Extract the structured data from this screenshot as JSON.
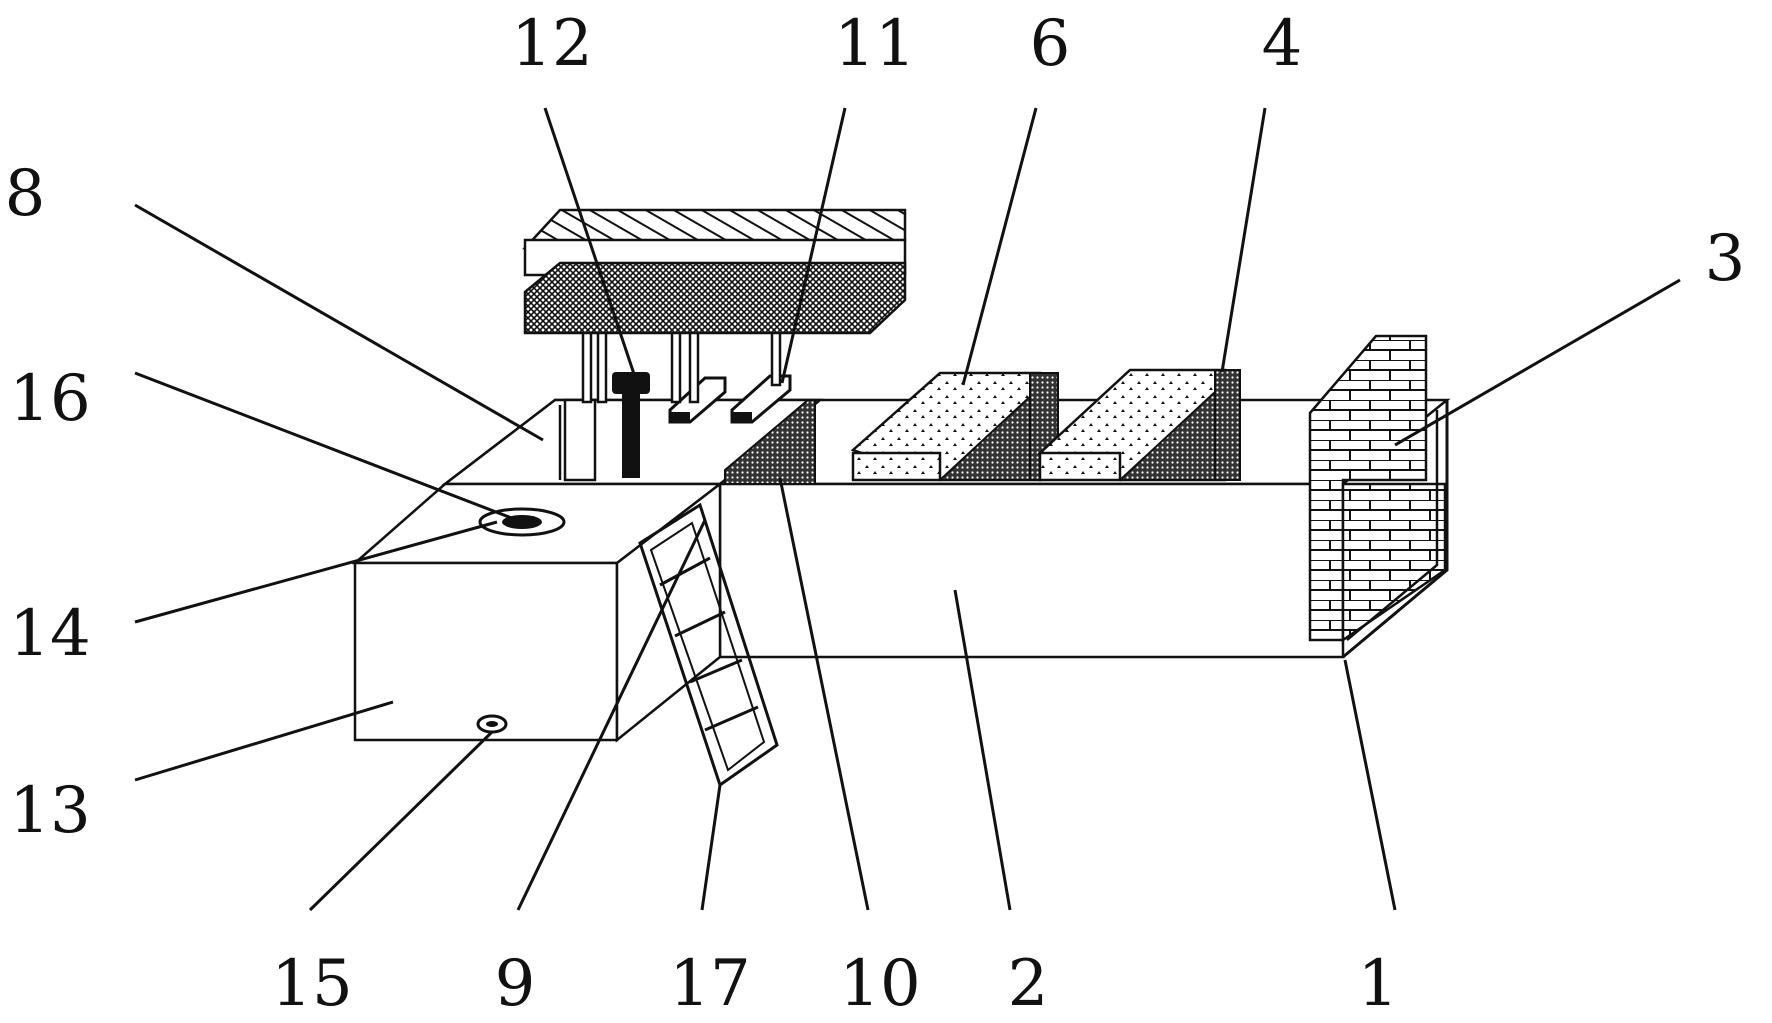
{
  "figure": {
    "callouts": [
      {
        "id": "1",
        "text": "1"
      },
      {
        "id": "2",
        "text": "2"
      },
      {
        "id": "3",
        "text": "3"
      },
      {
        "id": "4",
        "text": "4"
      },
      {
        "id": "6",
        "text": "6"
      },
      {
        "id": "8",
        "text": "8"
      },
      {
        "id": "9",
        "text": "9"
      },
      {
        "id": "10",
        "text": "10"
      },
      {
        "id": "11",
        "text": "11"
      },
      {
        "id": "12",
        "text": "12"
      },
      {
        "id": "13",
        "text": "13"
      },
      {
        "id": "14",
        "text": "14"
      },
      {
        "id": "15",
        "text": "15"
      },
      {
        "id": "16",
        "text": "16"
      },
      {
        "id": "17",
        "text": "17"
      }
    ]
  }
}
